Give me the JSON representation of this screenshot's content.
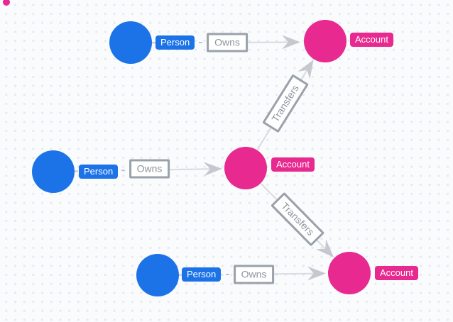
{
  "canvas": {
    "type": "graph-visualization-canvas",
    "background_color": "#fafbfd",
    "dot_color": "#e5e8ed"
  },
  "colors": {
    "person_node": "#1c73e8",
    "account_node": "#e8298f",
    "edge_line": "#d8dbdf",
    "edge_dashed": "#bfc4cb",
    "arrowhead": "#c5c9cf",
    "relationship_border": "#9aa1aa",
    "relationship_text": "#8d959e",
    "badge_text": "#ffffff"
  },
  "graph": {
    "nodes": [
      {
        "id": "person-top",
        "type": "Person",
        "label": "Person",
        "color": "#1c73e8"
      },
      {
        "id": "account-top",
        "type": "Account",
        "label": "Account",
        "color": "#e8298f"
      },
      {
        "id": "person-middle",
        "type": "Person",
        "label": "Person",
        "color": "#1c73e8"
      },
      {
        "id": "account-middle",
        "type": "Account",
        "label": "Account",
        "color": "#e8298f"
      },
      {
        "id": "person-bottom",
        "type": "Person",
        "label": "Person",
        "color": "#1c73e8"
      },
      {
        "id": "account-bottom",
        "type": "Account",
        "label": "Account",
        "color": "#e8298f"
      }
    ],
    "edges": [
      {
        "id": "owns-top",
        "label": "Owns",
        "from": "person-top",
        "to": "account-top"
      },
      {
        "id": "transfers-up",
        "label": "Transfers",
        "from": "account-middle",
        "to": "account-top"
      },
      {
        "id": "owns-middle",
        "label": "Owns",
        "from": "person-middle",
        "to": "account-middle"
      },
      {
        "id": "transfers-down",
        "label": "Transfers",
        "from": "account-middle",
        "to": "account-bottom"
      },
      {
        "id": "owns-bottom",
        "label": "Owns",
        "from": "person-bottom",
        "to": "account-bottom"
      }
    ]
  }
}
